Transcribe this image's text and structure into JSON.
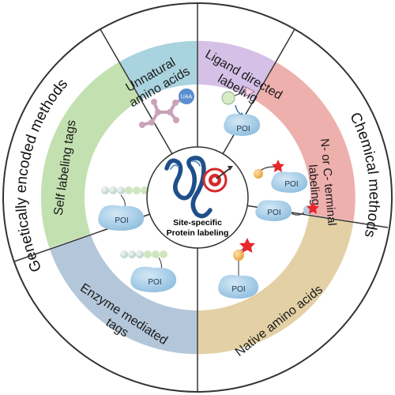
{
  "outer_ring": {
    "left_label": "Genetically encoded methods",
    "right_label": "Chemical methods"
  },
  "segments": {
    "unnatural": {
      "line1": "Unnatural",
      "line2": "amino acids",
      "color": "#a9d3df"
    },
    "ligand": {
      "line1": "Ligand directed",
      "line2": "labeling",
      "color": "#d5c0e8"
    },
    "nc_terminal": {
      "line1": "N- or C- terminal",
      "line2": "labeling",
      "color": "#eeb0ad"
    },
    "native": {
      "line1": "Native amino acids",
      "color": "#e3d0a5"
    },
    "enzyme": {
      "line1": "Enzyme mediated",
      "line2": "tags",
      "color": "#b4c7da"
    },
    "self_labeling": {
      "line1": "Self labeling tags",
      "color": "#c3e1b0"
    }
  },
  "icons": {
    "uaa_label": "UAA",
    "poi_label": "POI"
  },
  "center": {
    "line1": "Site-specific",
    "line2": "Protein labeling"
  },
  "colors": {
    "outer_border": "#333333",
    "ribbon": "#1f4f8a",
    "target_red": "#d62a2a",
    "star": "#e8262b",
    "protein_blob": "#a9cde8"
  }
}
